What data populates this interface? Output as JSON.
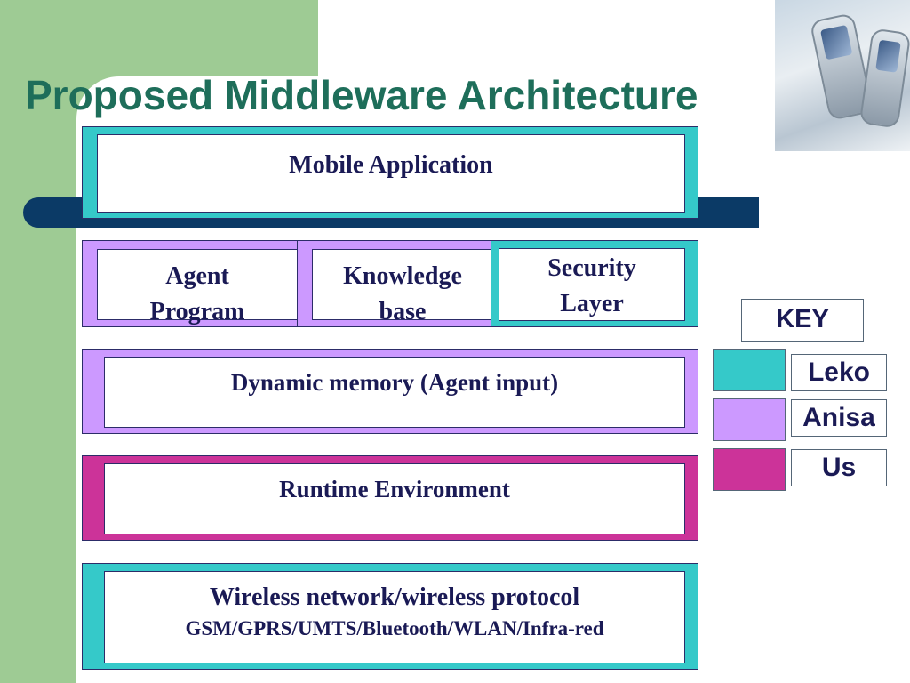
{
  "slide": {
    "title": "Proposed Middleware Architecture"
  },
  "diagram": {
    "mobile_app": "Mobile Application",
    "agent_program": [
      "Agent",
      "Program"
    ],
    "knowledge_base": [
      "Knowledge",
      "base"
    ],
    "security_layer": [
      "Security",
      "Layer"
    ],
    "dynamic_memory": "Dynamic memory (Agent input)",
    "runtime": "Runtime Environment",
    "wireless": [
      "Wireless network/wireless protocol",
      "GSM/GPRS/UMTS/Bluetooth/WLAN/Infra-red"
    ]
  },
  "key": {
    "title": "KEY",
    "items": [
      {
        "label": "Leko",
        "color": "#35c9c9"
      },
      {
        "label": "Anisa",
        "color": "#cc99ff"
      },
      {
        "label": "Us",
        "color": "#cc3399"
      }
    ]
  },
  "colors": {
    "teal": "#35c9c9",
    "lavender": "#cc99ff",
    "magenta": "#cc3399",
    "title": "#1e6e5a",
    "navy": "#0b3a66",
    "green": "#9ecb94"
  }
}
